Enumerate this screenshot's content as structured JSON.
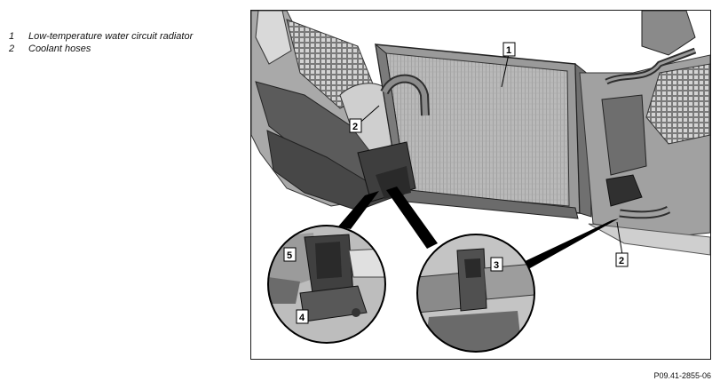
{
  "legend": [
    {
      "number": "1",
      "text": "Low-temperature water circuit radiator"
    },
    {
      "number": "2",
      "text": "Coolant hoses"
    }
  ],
  "figure": {
    "code": "P09.41-2855-06",
    "callouts": [
      "1",
      "2",
      "2",
      "3",
      "4",
      "5"
    ]
  }
}
